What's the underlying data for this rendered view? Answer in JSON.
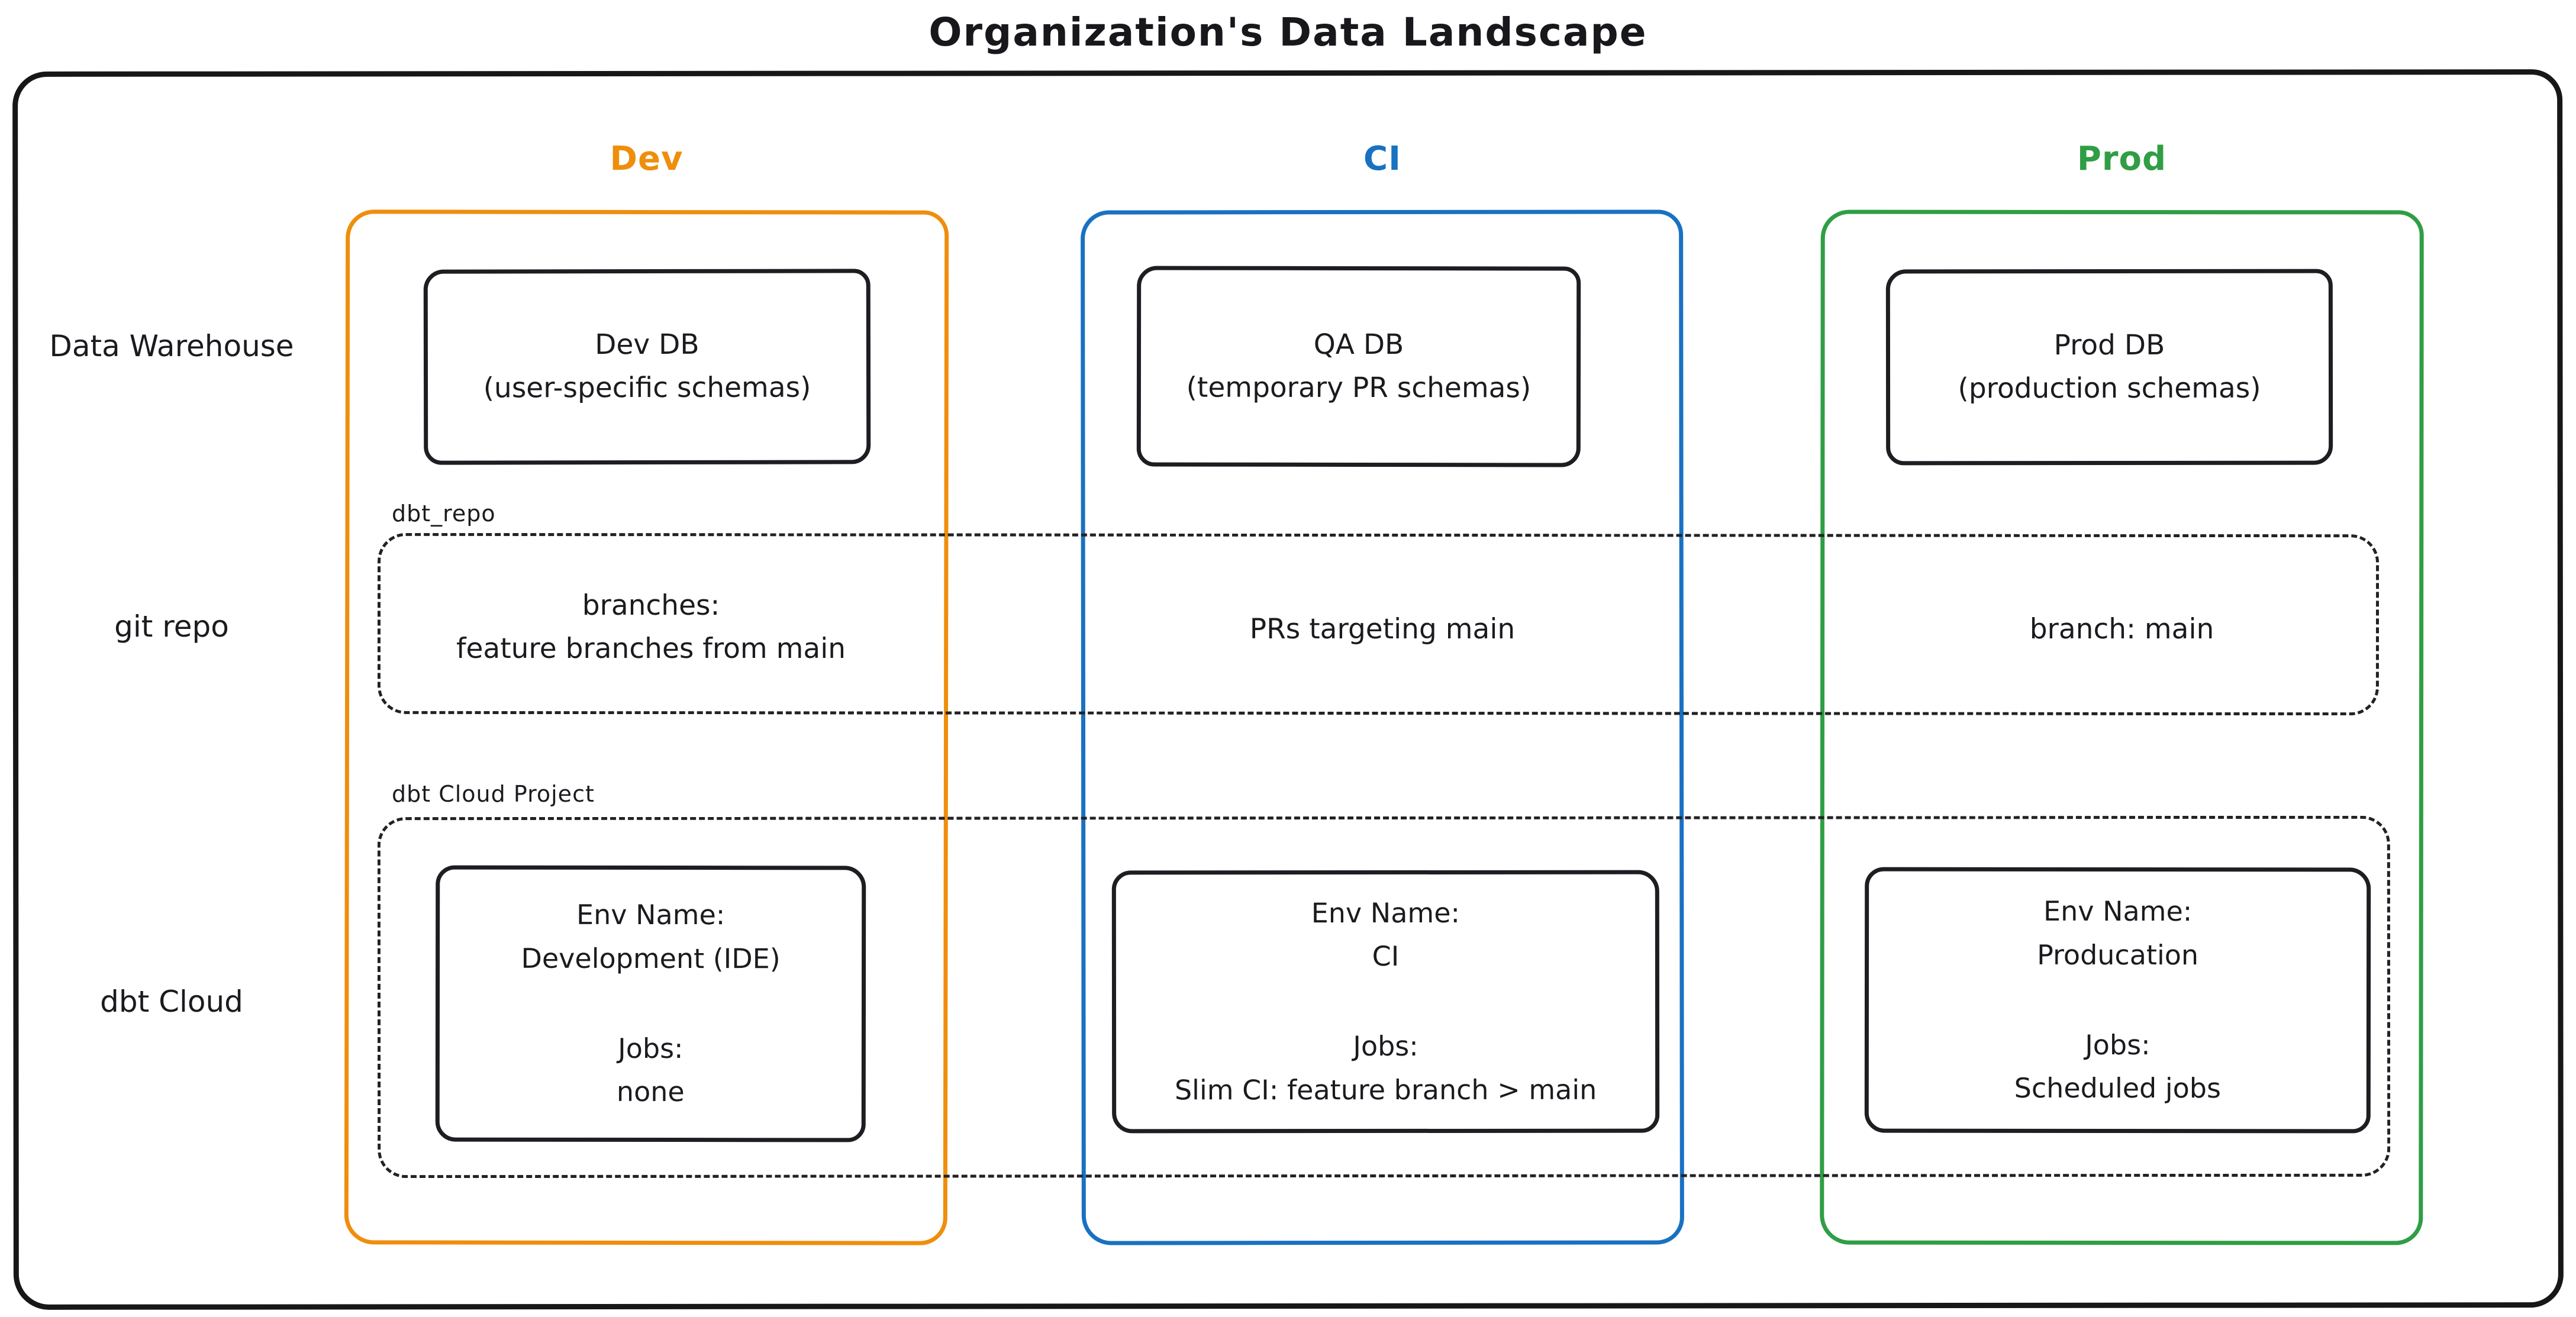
{
  "title": "Organization's Data Landscape",
  "palette": {
    "dev_accent": "#ef8e0c",
    "ci_accent": "#1971c2",
    "prod_accent": "#2f9e44",
    "ink": "#1b1b1f"
  },
  "columns": {
    "dev": "Dev",
    "ci": "CI",
    "prod": "Prod"
  },
  "row_labels": {
    "warehouse": "Data Warehouse",
    "git": "git repo",
    "dbt": "dbt Cloud"
  },
  "warehouse_nodes": {
    "dev": {
      "title": "Dev DB",
      "subtitle": "(user-specific schemas)"
    },
    "ci": {
      "title": "QA DB",
      "subtitle": "(temporary PR schemas)"
    },
    "prod": {
      "title": "Prod DB",
      "subtitle": "(production schemas)"
    }
  },
  "git_repo_group": {
    "label": "dbt_repo",
    "dev_line1": "branches:",
    "dev_line2": "feature branches from main",
    "ci_text": "PRs targeting main",
    "prod_text": "branch: main"
  },
  "dbt_cloud_group": {
    "label": "dbt Cloud Project",
    "env_dev": {
      "name_label": "Env Name:",
      "name_value": "Development (IDE)",
      "jobs_label": "Jobs:",
      "jobs_value": "none"
    },
    "env_ci": {
      "name_label": "Env Name:",
      "name_value": "CI",
      "jobs_label": "Jobs:",
      "jobs_value": "Slim CI: feature branch > main"
    },
    "env_prod": {
      "name_label": "Env Name:",
      "name_value": "Producation",
      "jobs_label": "Jobs:",
      "jobs_value": "Scheduled jobs"
    }
  }
}
